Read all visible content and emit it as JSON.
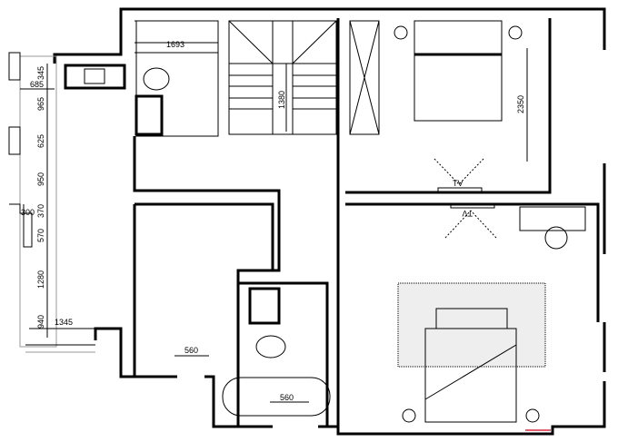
{
  "dimensions": {
    "balcony": [
      "345",
      "685",
      "965",
      "625",
      "950",
      "300",
      "370",
      "570",
      "1280",
      "940",
      "1345"
    ],
    "bath_top": "1693",
    "stair": "1380",
    "bedroom_top": "2350",
    "door_lower_left": "560",
    "bath_lower": "560"
  },
  "labels": {
    "tv_top": "TV",
    "tv_bottom": "TV"
  },
  "colors": {
    "line": "#000000",
    "window": "#999999",
    "accent": "#e06070"
  }
}
